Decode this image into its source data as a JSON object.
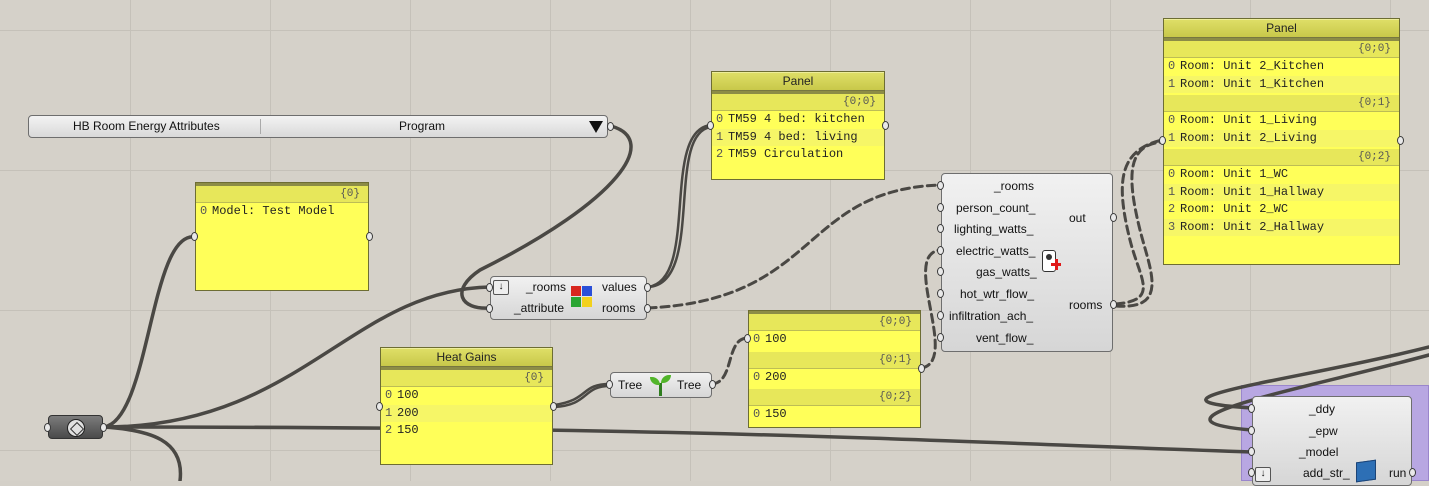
{
  "canvas": {
    "background": "#d5d1c9"
  },
  "value_list": {
    "name": "HB Room Energy Attributes",
    "selected": "Program"
  },
  "model_panel": {
    "path": "{0}",
    "rows": [
      {
        "i": "0",
        "text": "Model: Test Model"
      }
    ]
  },
  "program_panel": {
    "title": "Panel",
    "path": "{0;0}",
    "rows": [
      {
        "i": "0",
        "text": "TM59 4 bed: kitchen"
      },
      {
        "i": "1",
        "text": "TM59 4 bed: living"
      },
      {
        "i": "2",
        "text": "TM59 Circulation"
      }
    ]
  },
  "attr_comp": {
    "inputs": [
      "_rooms",
      "_attribute"
    ],
    "outputs": [
      "values",
      "rooms"
    ]
  },
  "heat_gains": {
    "title": "Heat Gains",
    "path": "{0}",
    "rows": [
      {
        "i": "0",
        "text": "100"
      },
      {
        "i": "1",
        "text": "200"
      },
      {
        "i": "2",
        "text": "150"
      }
    ]
  },
  "tree_comp": {
    "input": "Tree",
    "output": "Tree"
  },
  "tree_panel": {
    "groups": [
      {
        "path": "{0;0}",
        "rows": [
          {
            "i": "0",
            "text": "100"
          }
        ]
      },
      {
        "path": "{0;1}",
        "rows": [
          {
            "i": "0",
            "text": "200"
          }
        ]
      },
      {
        "path": "{0;2}",
        "rows": [
          {
            "i": "0",
            "text": "150"
          }
        ]
      }
    ]
  },
  "load_comp": {
    "inputs": [
      "_rooms",
      "person_count_",
      "lighting_watts_",
      "electric_watts_",
      "gas_watts_",
      "hot_wtr_flow_",
      "infiltration_ach_",
      "vent_flow_"
    ],
    "outputs": [
      "out",
      "rooms"
    ]
  },
  "rooms_panel": {
    "title": "Panel",
    "groups": [
      {
        "path": "{0;0}",
        "rows": [
          {
            "i": "0",
            "text": "Room: Unit 2_Kitchen"
          },
          {
            "i": "1",
            "text": "Room: Unit 1_Kitchen"
          }
        ]
      },
      {
        "path": "{0;1}",
        "rows": [
          {
            "i": "0",
            "text": "Room: Unit 1_Living"
          },
          {
            "i": "1",
            "text": "Room: Unit 2_Living"
          }
        ]
      },
      {
        "path": "{0;2}",
        "rows": [
          {
            "i": "0",
            "text": "Room: Unit 1_WC"
          },
          {
            "i": "1",
            "text": "Room: Unit 1_Hallway"
          },
          {
            "i": "2",
            "text": "Room: Unit 2_WC"
          },
          {
            "i": "3",
            "text": "Room: Unit 2_Hallway"
          }
        ]
      }
    ]
  },
  "sim_comp": {
    "inputs": [
      "_ddy",
      "_epw",
      "_model",
      "add_str_"
    ],
    "output": "run",
    "group_color": "#b9a6e0"
  }
}
